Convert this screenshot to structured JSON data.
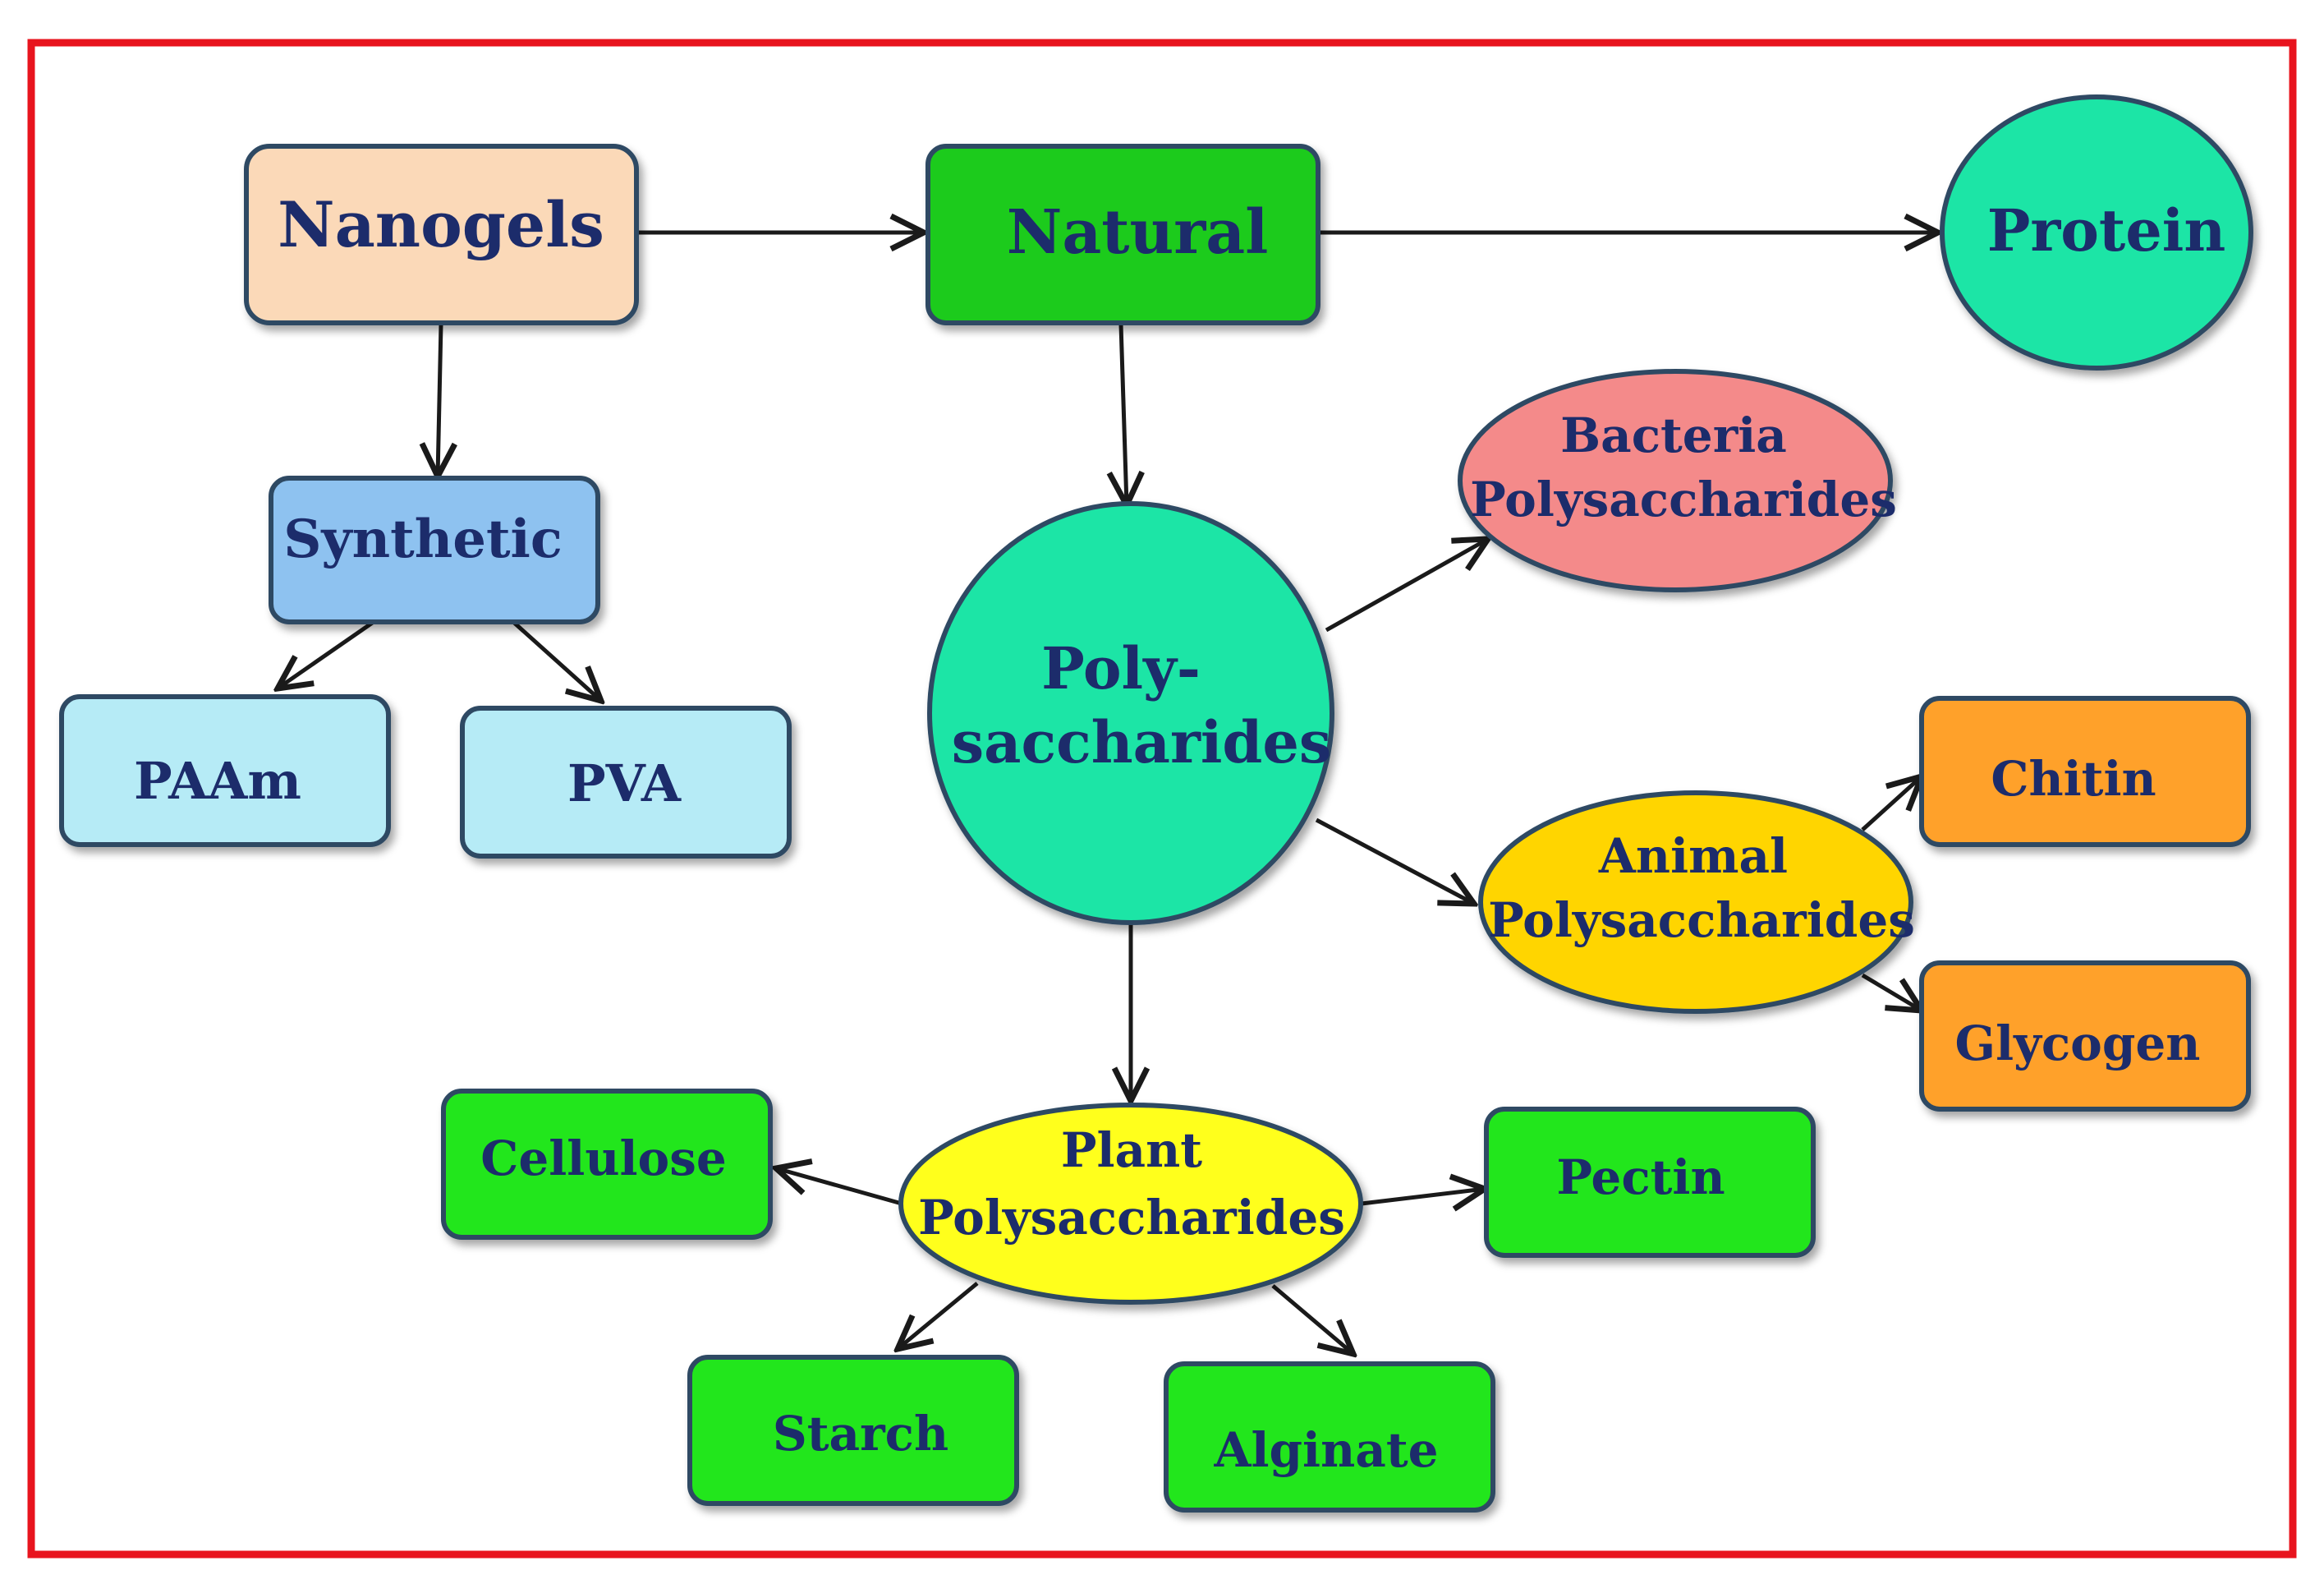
{
  "nodes": {
    "nanogels": {
      "label": "Nanogels",
      "fill": "#fbd9b8"
    },
    "natural": {
      "label": "Natural",
      "fill": "#1ccb1c"
    },
    "protein": {
      "label": "Protein",
      "fill": "#1ee5a6"
    },
    "synthetic": {
      "label": "Synthetic",
      "fill": "#8ec2f0"
    },
    "paam": {
      "label": "PAAm",
      "fill": "#b6ebf6"
    },
    "pva": {
      "label": "PVA",
      "fill": "#b6ebf6"
    },
    "polysaccharides": {
      "label_line1": "Poly-",
      "label_line2": "saccharides",
      "fill": "#1ee5a6"
    },
    "bacteria": {
      "label_line1": "Bacteria",
      "label_line2": "Polysaccharides",
      "fill": "#f48a8a"
    },
    "animal": {
      "label_line1": "Animal",
      "label_line2": "Polysaccharides",
      "fill": "#ffd500"
    },
    "chitin": {
      "label": "Chitin",
      "fill": "#ffa12b"
    },
    "glycogen": {
      "label": "Glycogen",
      "fill": "#ffa12b"
    },
    "plant": {
      "label_line1": "Plant",
      "label_line2": "Polysaccharides",
      "fill": "#ffff1e"
    },
    "cellulose": {
      "label": "Cellulose",
      "fill": "#22e61c"
    },
    "pectin": {
      "label": "Pectin",
      "fill": "#22e61c"
    },
    "starch": {
      "label": "Starch",
      "fill": "#22e61c"
    },
    "alginate": {
      "label": "Alginate",
      "fill": "#22e61c"
    }
  },
  "colors": {
    "frame": "#e8141e",
    "outline": "#2f4a63",
    "text": "#1c2c6b",
    "arrow": "#1a1a1a"
  }
}
